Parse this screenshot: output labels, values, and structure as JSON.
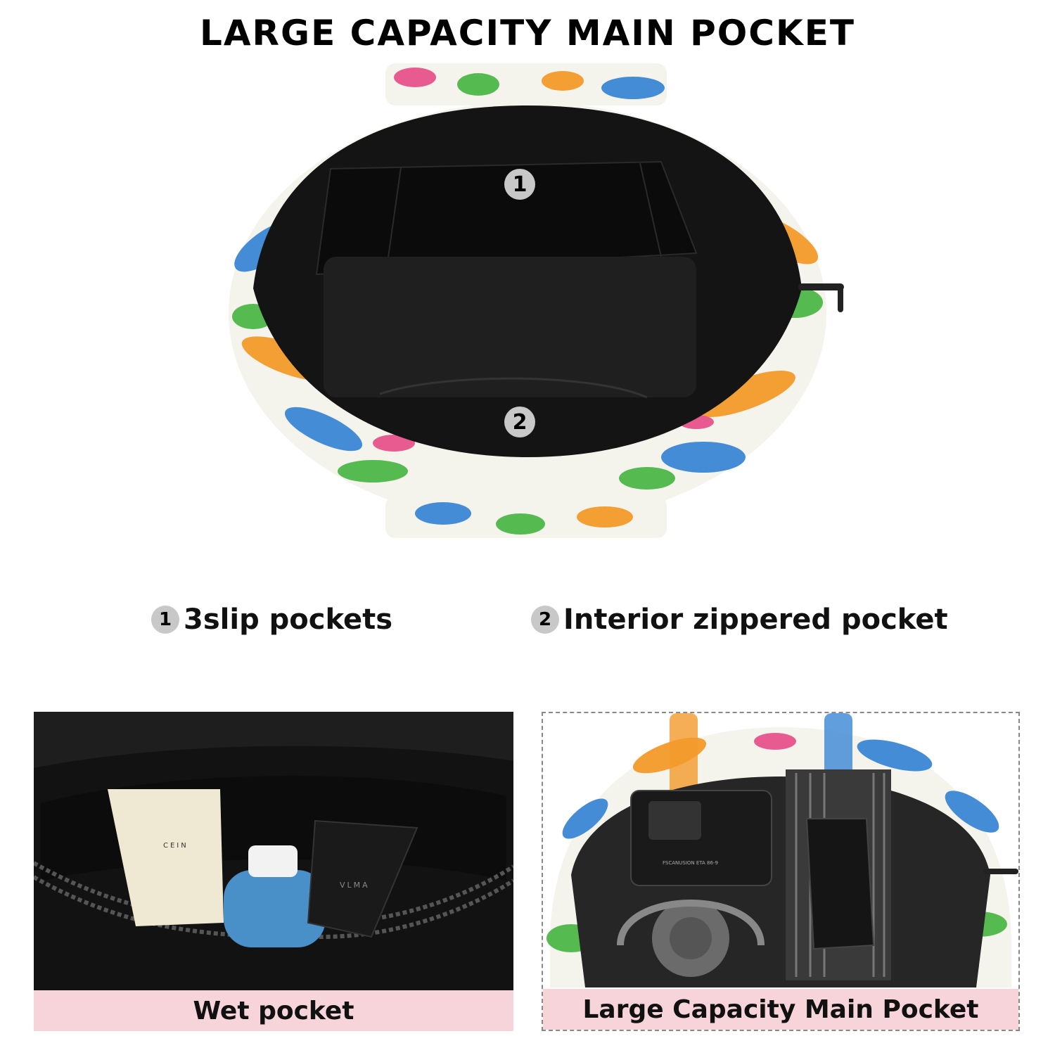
{
  "title": "LARGE CAPACITY MAIN POCKET",
  "markers": {
    "one": "1",
    "two": "2"
  },
  "features": [
    {
      "number": "1",
      "label": "3slip pockets"
    },
    {
      "number": "2",
      "label": "Interior zippered pocket"
    }
  ],
  "panels": {
    "left": {
      "caption": "Wet pocket",
      "product_labels": {
        "tube": "CEIN",
        "tube_dark": "VLMA",
        "camera": "FSCANUSION ETA 86-9"
      }
    },
    "right": {
      "caption": "Large Capacity Main Pocket"
    }
  },
  "colors": {
    "lining": "#111111",
    "caption_bg": "#f6d4d9",
    "dino_blue": "#3a86d4",
    "dino_orange": "#f39a2a",
    "dino_green": "#4cb748",
    "dino_pink": "#e6538c"
  }
}
